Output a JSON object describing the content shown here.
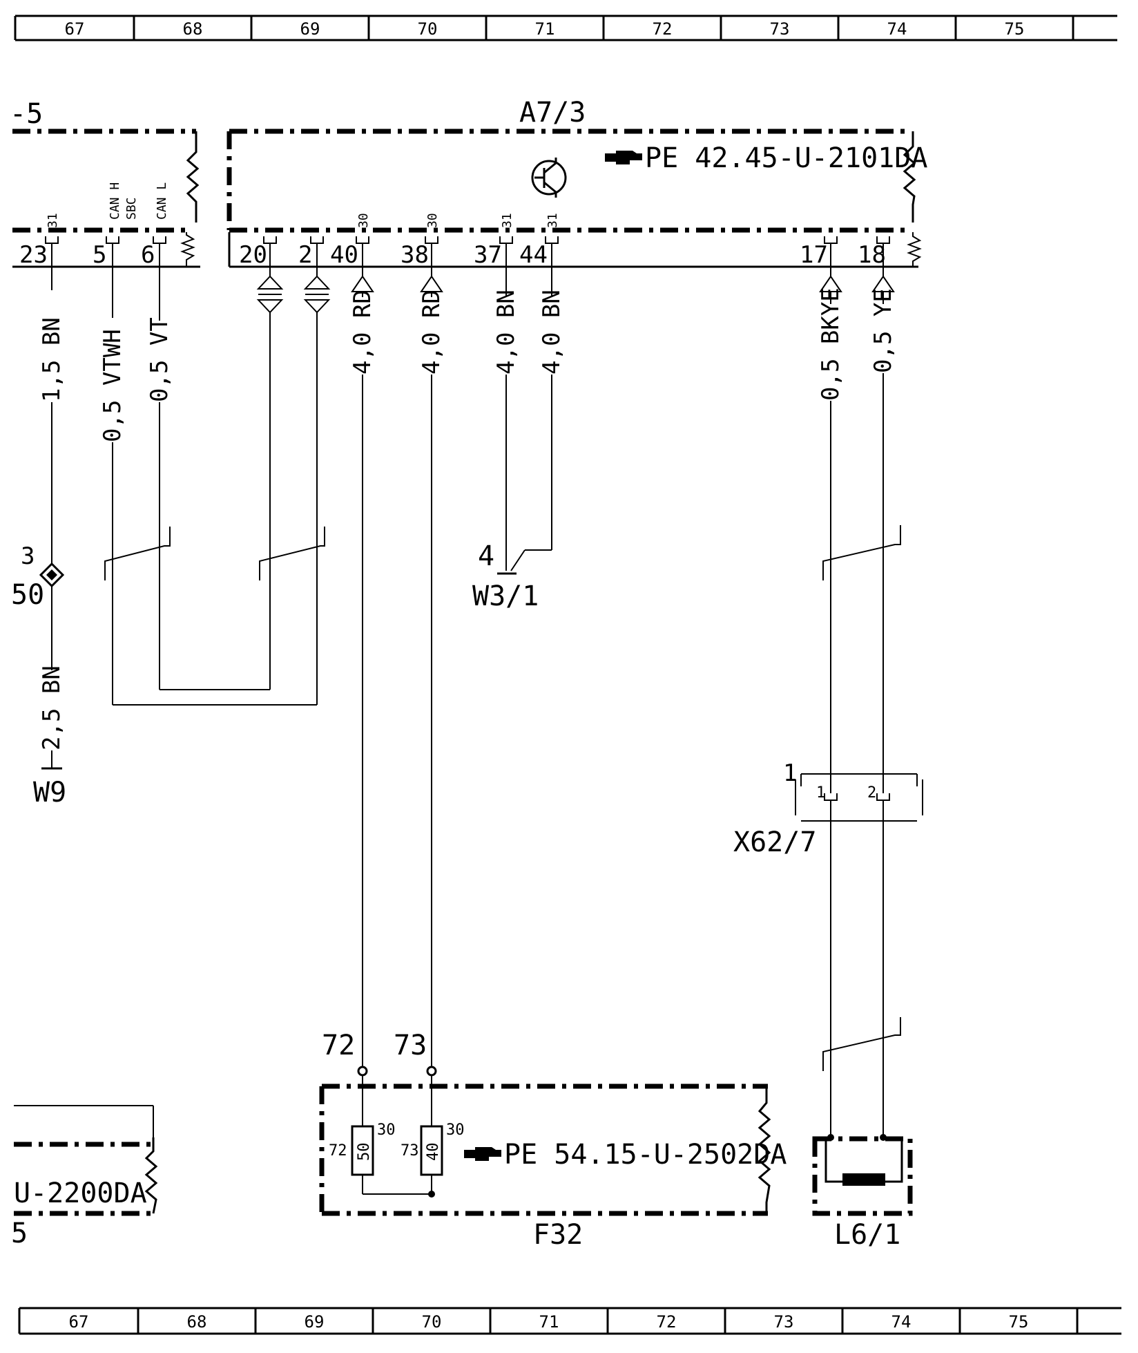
{
  "grid_columns": [
    "67",
    "68",
    "69",
    "70",
    "71",
    "72",
    "73",
    "74",
    "75"
  ],
  "module_left": {
    "partial_label": "-5",
    "bus_label": "SBC",
    "can_h": "CAN H",
    "can_l": "CAN L"
  },
  "module_a7_3": {
    "label": "A7/3",
    "ref": "PE 42.45-U-2101DA"
  },
  "module_f32": {
    "label": "F32",
    "ref": "PE 54.15-U-2502DA",
    "fuse_1": "50",
    "fuse_2": "40"
  },
  "module_bottom_left": {
    "ref": "U-2200DA",
    "partial_label": "5"
  },
  "coil": {
    "label": "L6/1"
  },
  "connector_x62_7": {
    "label": "X62/7",
    "pin_number": "1",
    "pin_1": "1",
    "pin_2": "2"
  },
  "pins": {
    "p23": "23",
    "p5": "5",
    "p6": "6",
    "p20": "20",
    "p2": "2",
    "p40": "40",
    "p38": "38",
    "p37": "37",
    "p44": "44",
    "p17": "17",
    "p18": "18",
    "t31": "31",
    "t30": "30",
    "t72": "72",
    "t73": "73"
  },
  "wires": {
    "w1": "1,5 BN",
    "w2": "0,5 VTWH",
    "w3": "0,5 VT",
    "w4": "4,0 RD",
    "w5": "4,0 RD",
    "w6": "4,0 BN",
    "w7": "4,0 BN",
    "w8": "0,5 BKYE",
    "w9": "0,5 YE",
    "w10": "2,5 BN"
  },
  "grounds": {
    "w9": "W9",
    "w3_1": "W3/1",
    "w3_1_num": "4"
  },
  "splice": {
    "num": "3",
    "id": "50"
  },
  "junctions": {
    "j72": "72",
    "j73": "73"
  }
}
